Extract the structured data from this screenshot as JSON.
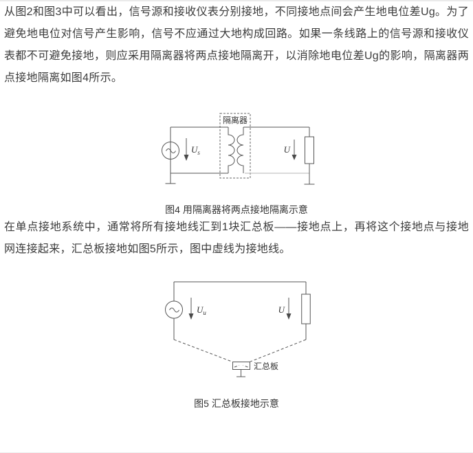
{
  "paragraphs": {
    "p1": "从图2和图3中可以看出，信号源和接收仪表分别接地，不同接地点间会产生地电位差Ug。为了避免地电位对信号产生影响，信号不应通过大地构成回路。如果一条线路上的信号源和接收仪表都不可避免接地，则应采用隔离器将两点接地隔离开，以消除地电位差Ug的影响，隔离器两点接地隔离如图4所示。",
    "p2": "在单点接地系统中，通常将所有接地线汇到1块汇总板——接地点上，再将这个接地点与接地网连接起来，汇总板接地如图5所示，图中虚线为接地线。"
  },
  "figure4": {
    "caption": "图4 用隔离器将两点接地隔离示意",
    "isolator_label": "隔离器",
    "source_voltage_main": "U",
    "source_voltage_sub": "s",
    "load_voltage": "U"
  },
  "figure5": {
    "caption": "图5 汇总板接地示意",
    "busbar_label": "汇总板",
    "source_voltage_main": "U",
    "source_voltage_sub": "u",
    "load_voltage": "U"
  },
  "colors": {
    "text": "#3b3b3b",
    "diagram_line": "#555555",
    "light_wire": "#b5b5b5"
  }
}
